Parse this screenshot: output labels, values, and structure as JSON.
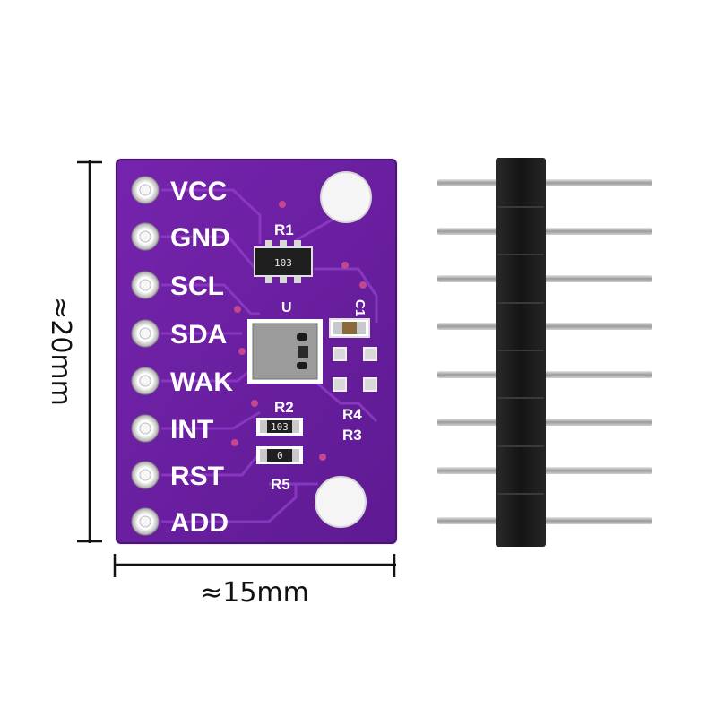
{
  "pins": [
    "VCC",
    "GND",
    "SCL",
    "SDA",
    "WAK",
    "INT",
    "RST",
    "ADD"
  ],
  "components": {
    "r1_label": "R1",
    "r1_code": "103",
    "r2_label": "R2",
    "r2_code": "103",
    "r3_label": "R3",
    "r4_label": "R4",
    "r5_label": "R5",
    "r5_code": "0",
    "c1_label": "C1",
    "u_label": "U"
  },
  "dimensions": {
    "height": "≈20mm",
    "width": "≈15mm"
  },
  "colors": {
    "pcb": "#6a1fa0",
    "pcb_edge": "#4a137a",
    "header": "#1c1c1c",
    "pin_metal": "#b8b8b8"
  }
}
